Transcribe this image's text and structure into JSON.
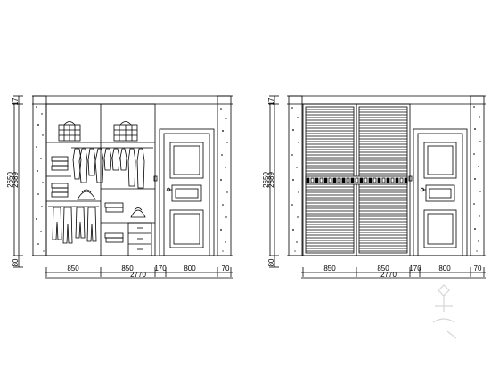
{
  "left_elevation": {
    "height_dims": [
      "17",
      "2650",
      "2589",
      "80"
    ],
    "width_dims": [
      "850",
      "850",
      "170",
      "800",
      "70"
    ],
    "total_width": "2770"
  },
  "right_elevation": {
    "height_dims": [
      "17",
      "2650",
      "2589",
      "80"
    ],
    "width_dims": [
      "850",
      "850",
      "170",
      "800",
      "70"
    ],
    "total_width": "2770"
  },
  "colors": {
    "line": "#000000",
    "wall_fill": "#ffffff",
    "watermark": "#d6d6d6"
  }
}
